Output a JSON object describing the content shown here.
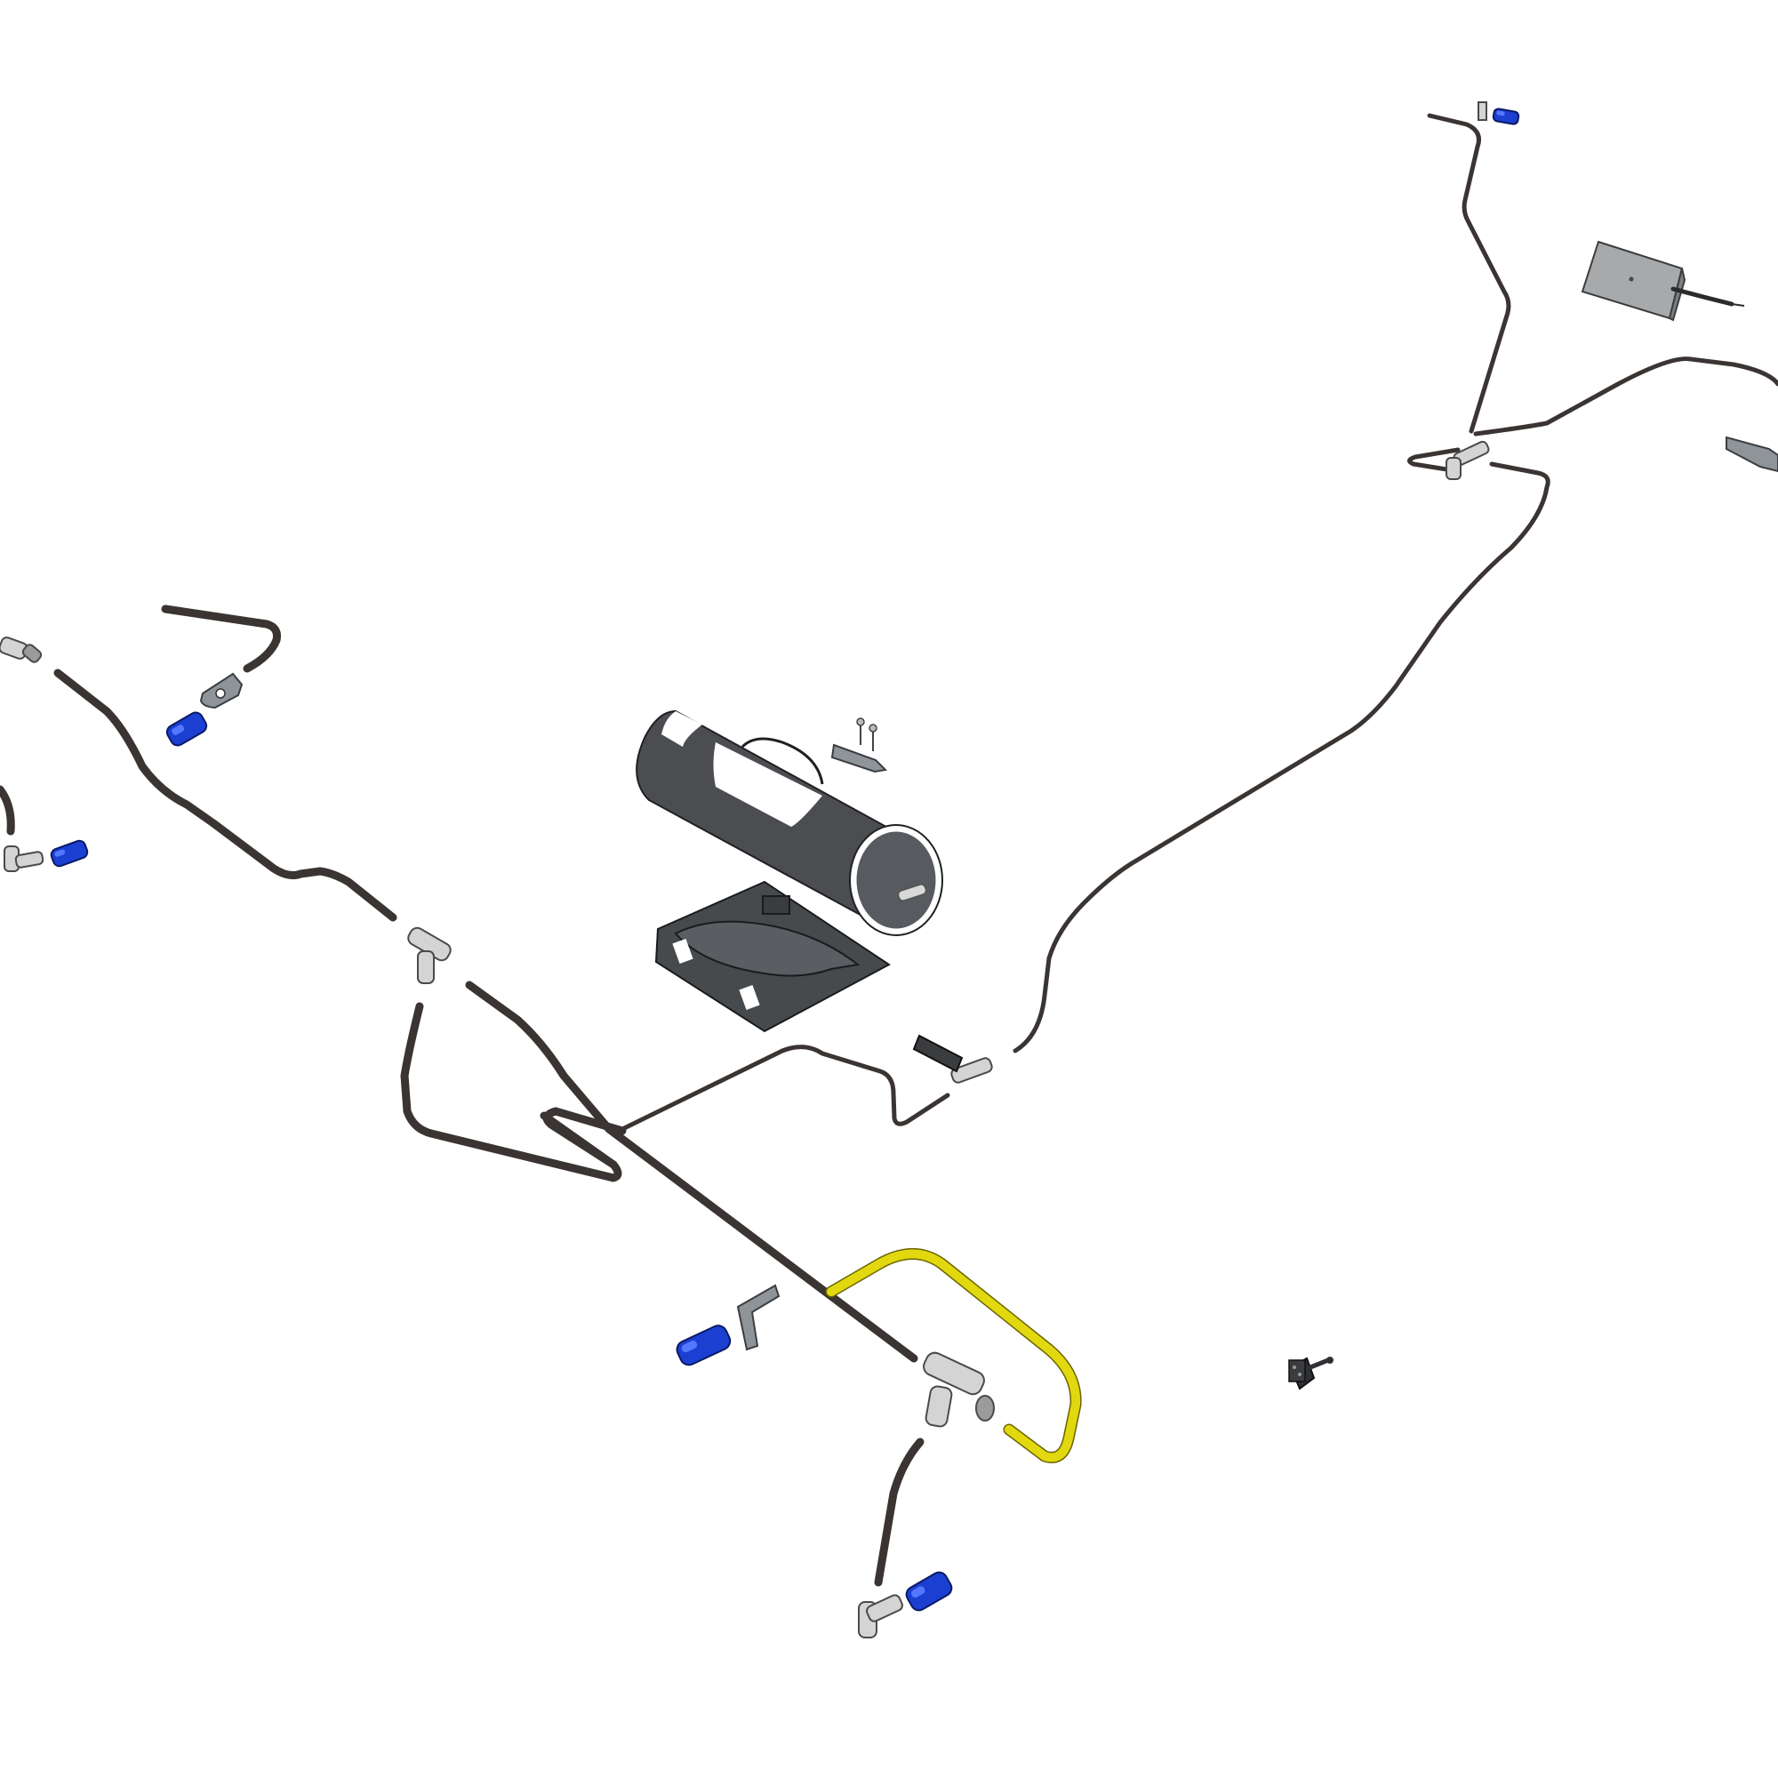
{
  "diagram": {
    "type": "exploded-assembly",
    "labels": [],
    "colors": {
      "tube": "#3a3432",
      "highlight_tube": "#e2d80f",
      "connector": "#1b3fd1",
      "fitting": "#d4d4d4",
      "tank": "#4b4d50",
      "bracket": "#8f9499"
    },
    "parts": [
      {
        "name": "air-tank",
        "icon": "cylinder"
      },
      {
        "name": "tank-saddle-bracket",
        "icon": "bracket"
      },
      {
        "name": "control-module-box",
        "icon": "box"
      },
      {
        "name": "pressure-switch",
        "icon": "switch"
      },
      {
        "name": "highlighted-tube-loop",
        "icon": "tube"
      },
      {
        "name": "tee-fitting",
        "icon": "tee"
      },
      {
        "name": "quick-connector",
        "icon": "connector"
      }
    ]
  }
}
